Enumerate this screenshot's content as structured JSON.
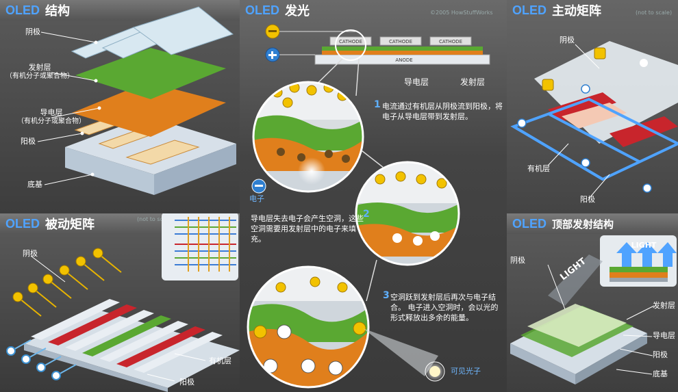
{
  "panels": {
    "structure": {
      "brand": "OLED",
      "title": "结构",
      "labels": {
        "cathode": "阴极",
        "emissive": "发射层",
        "emissive_sub": "（有机分子或聚合物）",
        "conductive": "导电层",
        "conductive_sub": "（有机分子或聚合物）",
        "anode": "阳极",
        "substrate": "底基"
      }
    },
    "passive": {
      "brand": "OLED",
      "title": "被动矩阵",
      "note": "(not to scale)",
      "labels": {
        "cathode": "阴极",
        "organic": "有机层",
        "anode": "阳极"
      }
    },
    "emission": {
      "brand": "OLED",
      "title": "发光",
      "copyright": "©2005 HowStuffWorks",
      "minus": "−",
      "plus": "+",
      "cathode_tabs": [
        "CATHODE",
        "CATHODE",
        "CATHODE"
      ],
      "anode_bar": "ANODE",
      "labels": {
        "conductive": "导电层",
        "emissive": "发射层",
        "electron": "电子",
        "photon": "可见光子"
      },
      "steps": [
        {
          "num": "1",
          "text": "电流通过有机层从阴极流到阳极，将电子从导电层带到发射层。"
        },
        {
          "num": "2",
          "text": "导电层失去电子会产生空洞，这些空洞需要用发射层中的电子来填充。"
        },
        {
          "num": "3",
          "text": "空洞跃到发射层后再次与电子结合。 电子进入空洞时，会以光的形式释放出多余的能量。"
        }
      ]
    },
    "active": {
      "brand": "OLED",
      "title": "主动矩阵",
      "note": "(not to scale)",
      "labels": {
        "cathode": "阴极",
        "organic": "有机层",
        "anode": "阳极"
      }
    },
    "top": {
      "brand": "OLED",
      "title": "顶部发射结构",
      "light_word": "LIGHT",
      "light_word2": "LIGHT",
      "labels": {
        "cathode": "阴极",
        "emissive": "发射层",
        "conductive": "导电层",
        "anode": "阳极",
        "substrate": "底基"
      }
    }
  },
  "colors": {
    "accent_blue": "#4fa3ff",
    "emissive_green": "#5aa832",
    "conductive_orange": "#e07f1c",
    "electron_yellow": "#f2c200",
    "hole_brown": "#6b4a1e",
    "organic_red": "#c8252c"
  }
}
